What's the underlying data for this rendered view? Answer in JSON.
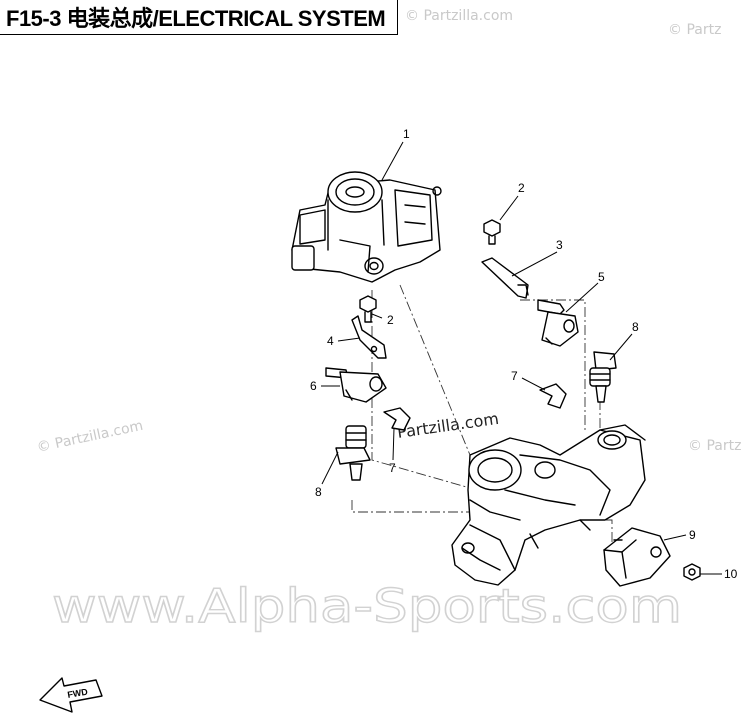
{
  "title": "F15-3 电装总成/ELECTRICAL SYSTEM",
  "watermarks": {
    "partzilla_top": "© Partzilla.com",
    "partzilla_top_right": "© Partz",
    "partzilla_left": "© Partzilla.com",
    "partzilla_right": "© Partz",
    "partzilla_center": "Partzilla.com",
    "alpha": "www.Alpha-Sports.com"
  },
  "callouts": [
    {
      "id": "c1",
      "label": "1"
    },
    {
      "id": "c2a",
      "label": "2"
    },
    {
      "id": "c2b",
      "label": "2"
    },
    {
      "id": "c3",
      "label": "3"
    },
    {
      "id": "c4",
      "label": "4"
    },
    {
      "id": "c5",
      "label": "5"
    },
    {
      "id": "c6",
      "label": "6"
    },
    {
      "id": "c7a",
      "label": "7"
    },
    {
      "id": "c7b",
      "label": "7"
    },
    {
      "id": "c8a",
      "label": "8"
    },
    {
      "id": "c8b",
      "label": "8"
    },
    {
      "id": "c9",
      "label": "9"
    },
    {
      "id": "c10",
      "label": "10"
    }
  ],
  "fwd_label": "FWD",
  "colors": {
    "line": "#000000",
    "watermark": "#c9c9c9",
    "background": "#ffffff"
  }
}
